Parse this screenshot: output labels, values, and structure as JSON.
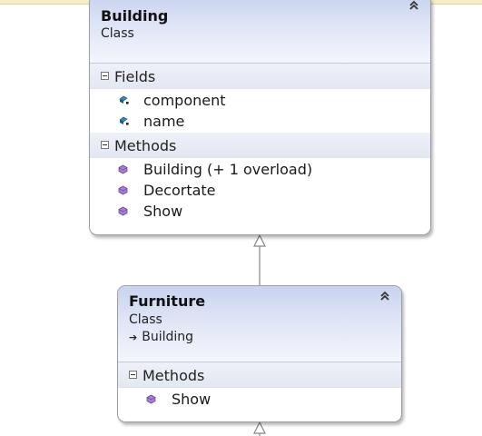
{
  "classes": {
    "building": {
      "name": "Building",
      "stereotype": "Class",
      "fields_title": "Fields",
      "fields": [
        "component",
        "name"
      ],
      "methods_title": "Methods",
      "methods": [
        "Building (+ 1 overload)",
        "Decortate",
        "Show"
      ]
    },
    "furniture": {
      "name": "Furniture",
      "stereotype": "Class",
      "base": "Building",
      "methods_title": "Methods",
      "methods": [
        "Show"
      ]
    }
  },
  "icons": {
    "collapse": "double-chevron-up-icon",
    "field": "field-icon",
    "method": "method-icon",
    "base_arrow": "arrow-right-icon"
  },
  "colors": {
    "header_gradient_top": "#c9d3ef",
    "border": "#9aa0a8",
    "field_icon": "#1f6f9f",
    "method_icon": "#8a5cc0"
  }
}
